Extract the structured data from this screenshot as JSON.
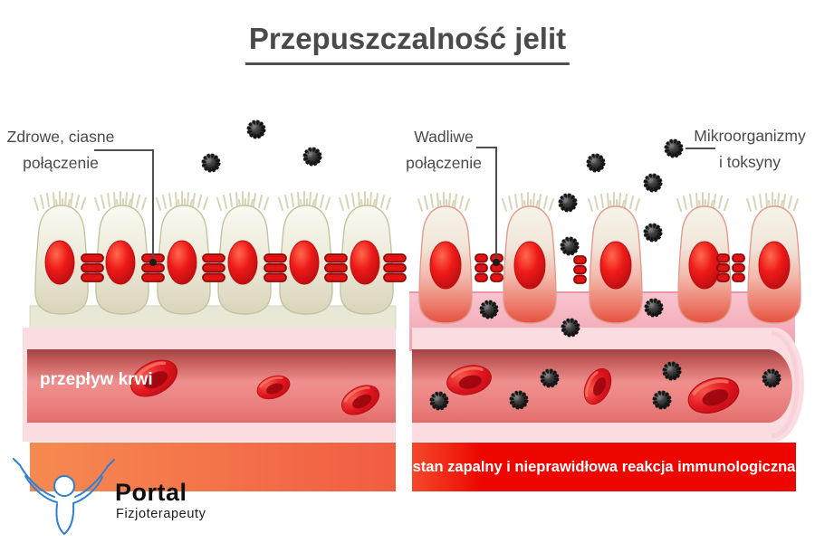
{
  "title": "Przepuszczalność jelit",
  "labels": {
    "healthy_junction": {
      "line1": "Zdrowe, ciasne",
      "line2": "połączenie"
    },
    "defective_junction": {
      "line1": "Wadliwe",
      "line2": "połączenie"
    },
    "microbes": {
      "line1": "Mikroorganizmy",
      "line2": "i toksyny"
    },
    "blood_flow": "przepływ krwi",
    "inflammation_banner": "stan zapalny i nieprawidłowa reakcja immunologiczna"
  },
  "logo": {
    "title": "Portal",
    "subtitle": "Fizjoterapeuty"
  },
  "colors": {
    "title_gray": "#4a4a4a",
    "banner_red": "#ee0600",
    "orange_band": "#f3714a",
    "vessel_wall_pink": "#fbdce1",
    "vessel_blood_red": "#ee8d8a",
    "inflamed_backdrop_pink": "#f2a9b4",
    "healthy_cell_ivory": "#ece9d8",
    "inflamed_cell_red": "#ec8272",
    "nucleus_red": "#ee1a18",
    "tight_junction_red": "#e21313",
    "microbe_dark": "#141414",
    "rbc_red": "#e21620",
    "logo_blue": "#2e7fd2"
  }
}
